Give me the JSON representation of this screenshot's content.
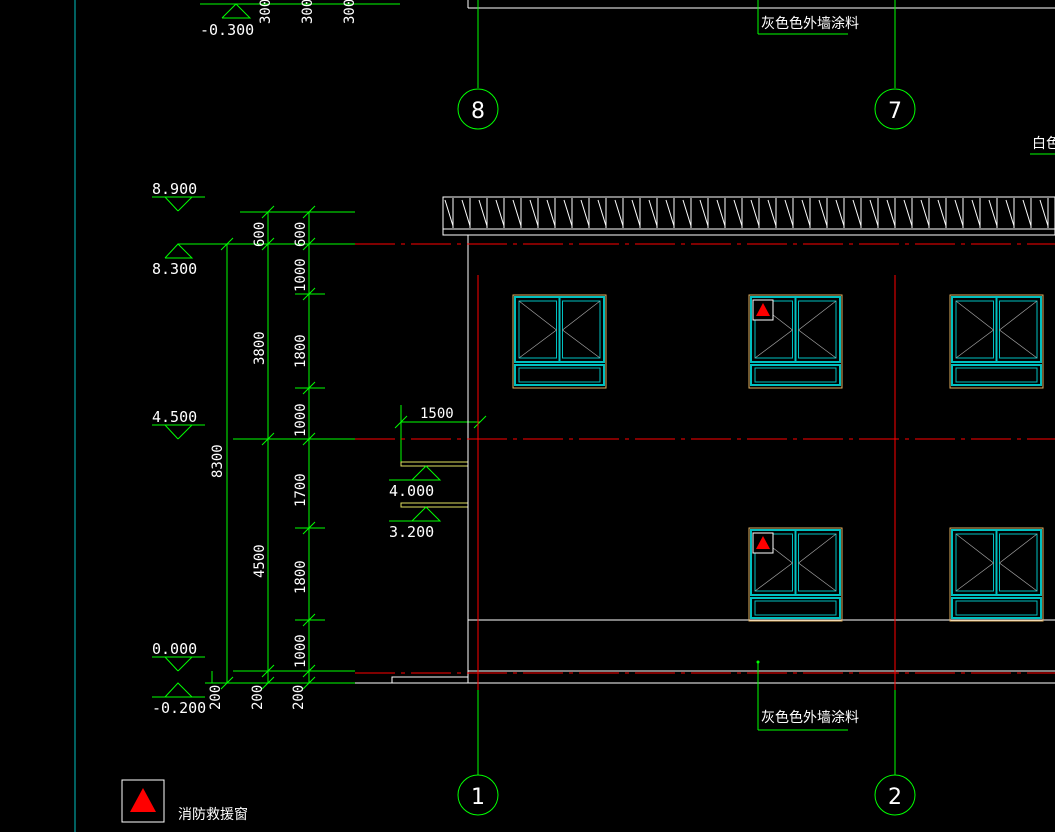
{
  "drawing": {
    "levels": {
      "top_partial": "-0.300",
      "roof": "8.900",
      "second": "8.300",
      "first_floor": "4.500",
      "ground": "0.000",
      "base": "-0.200",
      "canopy_top": "4.000",
      "canopy_bottom": "3.200"
    },
    "dims": {
      "top_partial": [
        "300",
        "300",
        "300"
      ],
      "total": "8300",
      "segments_left": [
        "3800",
        "4500"
      ],
      "segments_right": [
        "600",
        "1000",
        "1800",
        "1000",
        "1700",
        "1800",
        "1000"
      ],
      "inner_top": "600",
      "bottom": [
        "200",
        "200",
        "200"
      ],
      "canopy_width": "1500"
    },
    "axes": {
      "top_left": "8",
      "top_right": "7",
      "bottom_left": "1",
      "bottom_right": "2"
    },
    "notes": {
      "top_material": "灰色色外墙涂料",
      "top_right_material": "白色",
      "bottom_material": "灰色色外墙涂料"
    },
    "legend": {
      "label": "消防救援窗"
    },
    "colors": {
      "background": "#000000",
      "dim_line": "#00ff00",
      "axis_line": "#ff0000",
      "wall_line": "#ffffff",
      "window_frame": "#00c0c0",
      "window_outline": "#e0b060",
      "marker": "#ff0000"
    }
  }
}
